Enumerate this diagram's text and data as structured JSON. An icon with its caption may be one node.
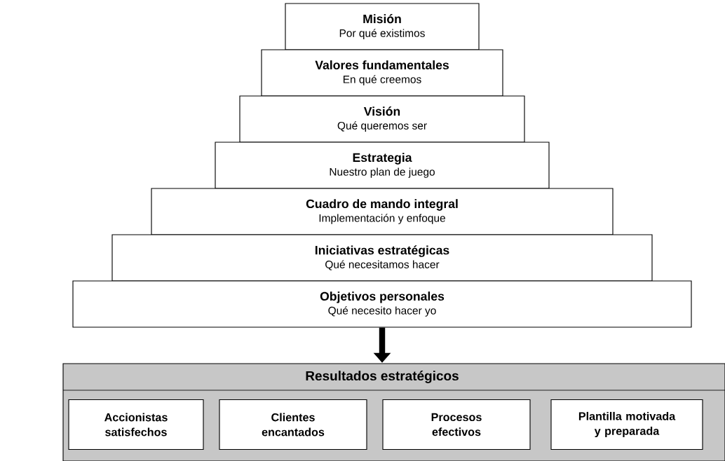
{
  "diagram": {
    "nodes": [
      {
        "text": [
          "Misión",
          "Por qué existimos"
        ]
      },
      {
        "text": [
          "Valores fundamentales",
          "En qué creemos"
        ]
      },
      {
        "text": [
          "Visión",
          "Qué queremos ser"
        ]
      },
      {
        "text": [
          "Estrategia",
          "Nuestro plan de juego"
        ]
      },
      {
        "text": [
          "Cuadro de mando integral",
          "Implementación y enfoque"
        ]
      },
      {
        "text": [
          "Iniciativas estratégicas",
          "Qué necesitamos hacer"
        ]
      },
      {
        "text": [
          "Objetivos personales",
          "Qué necesito hacer yo"
        ]
      },
      {
        "text": [
          "Resultados estratégicos"
        ]
      },
      {
        "text": [
          "Accionistas satisfechos"
        ],
        "in": 7
      },
      {
        "text": [
          "Clientes encantados"
        ],
        "in": 7
      },
      {
        "text": [
          "Procesos efectivos"
        ],
        "in": 7
      },
      {
        "text": [
          "Plantilla motivada y preparada"
        ],
        "in": 7
      }
    ],
    "edges": [
      {
        "from": 6,
        "to": 7,
        "arrow": "to"
      }
    ]
  }
}
